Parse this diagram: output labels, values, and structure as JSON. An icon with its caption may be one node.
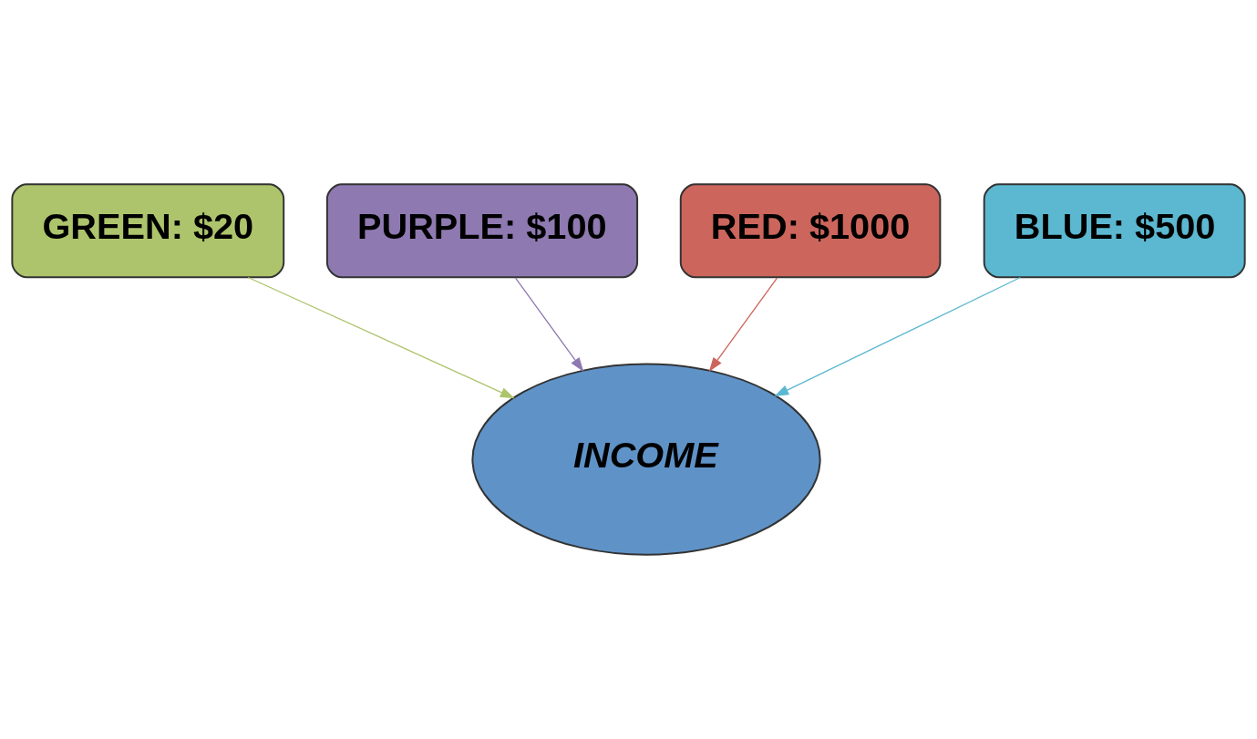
{
  "diagram": {
    "nodes": [
      {
        "text": [
          "GREEN: $20"
        ]
      },
      {
        "text": [
          "PURPLE: $100"
        ]
      },
      {
        "text": [
          "RED: $1000"
        ]
      },
      {
        "text": [
          "BLUE: $500"
        ]
      },
      {
        "text": [
          "INCOME"
        ]
      }
    ],
    "edges": [
      {
        "from": 2,
        "to": 4,
        "arrow": "to",
        "color": "#cc655c"
      },
      {
        "from": 0,
        "to": 4,
        "arrow": "to",
        "color": "#adc46c"
      },
      {
        "from": 1,
        "to": 4,
        "arrow": "to",
        "color": "#8e79b1"
      },
      {
        "from": 3,
        "to": 4,
        "arrow": "to",
        "color": "#5bb8d0"
      }
    ]
  }
}
